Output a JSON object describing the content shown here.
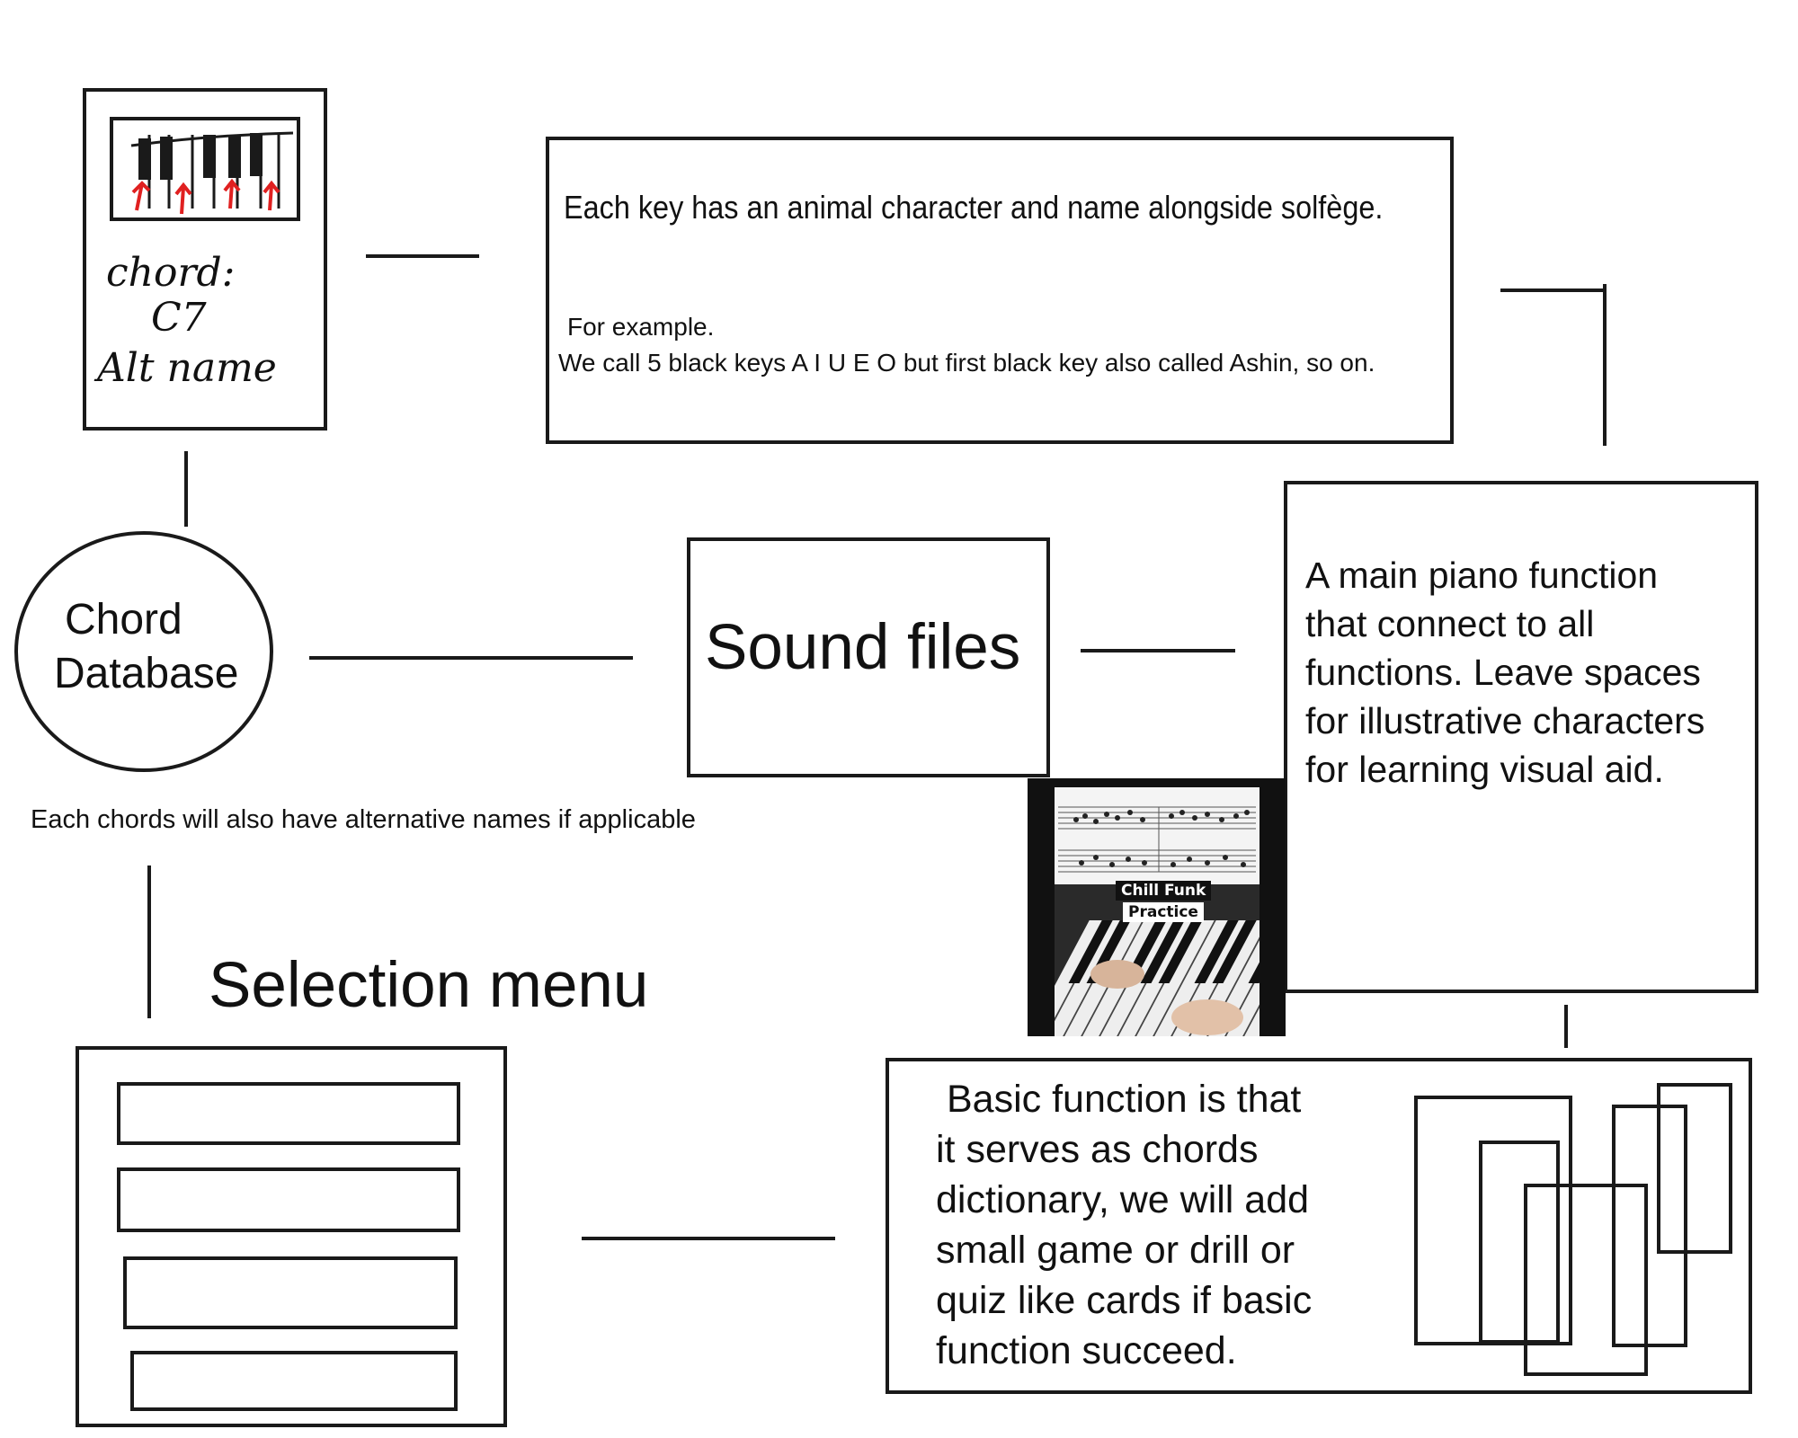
{
  "keys_card": {
    "handwritten_line1": "chord:",
    "handwritten_line2": "C7",
    "handwritten_line3": "Alt name",
    "arrow_color": "#e02020"
  },
  "info_box": {
    "heading": "Each key has an animal character and name alongside solfège.",
    "example_label": "For example.",
    "example_text": "We call 5 black keys A I U E O but first black key also called Ashin, so on."
  },
  "chord_db": {
    "line1": "Chord",
    "line2": "Database"
  },
  "chord_note": "Each chords will also have alternative names if applicable",
  "sound_files": "Sound files",
  "main_piano": {
    "lines": [
      "A main piano function",
      "that connect to all",
      "functions. Leave spaces",
      "for illustrative characters",
      "for learning visual aid."
    ]
  },
  "video_thumb": {
    "tag_line1": "Chill Funk",
    "tag_line2": "Practice"
  },
  "selection_menu": {
    "title": "Selection menu",
    "item_count": 4
  },
  "basic_function": {
    "lines": [
      "Basic function is that",
      "it serves as chords",
      "dictionary, we will add",
      "small game or drill or",
      "quiz like cards if basic",
      "function succeed."
    ]
  }
}
